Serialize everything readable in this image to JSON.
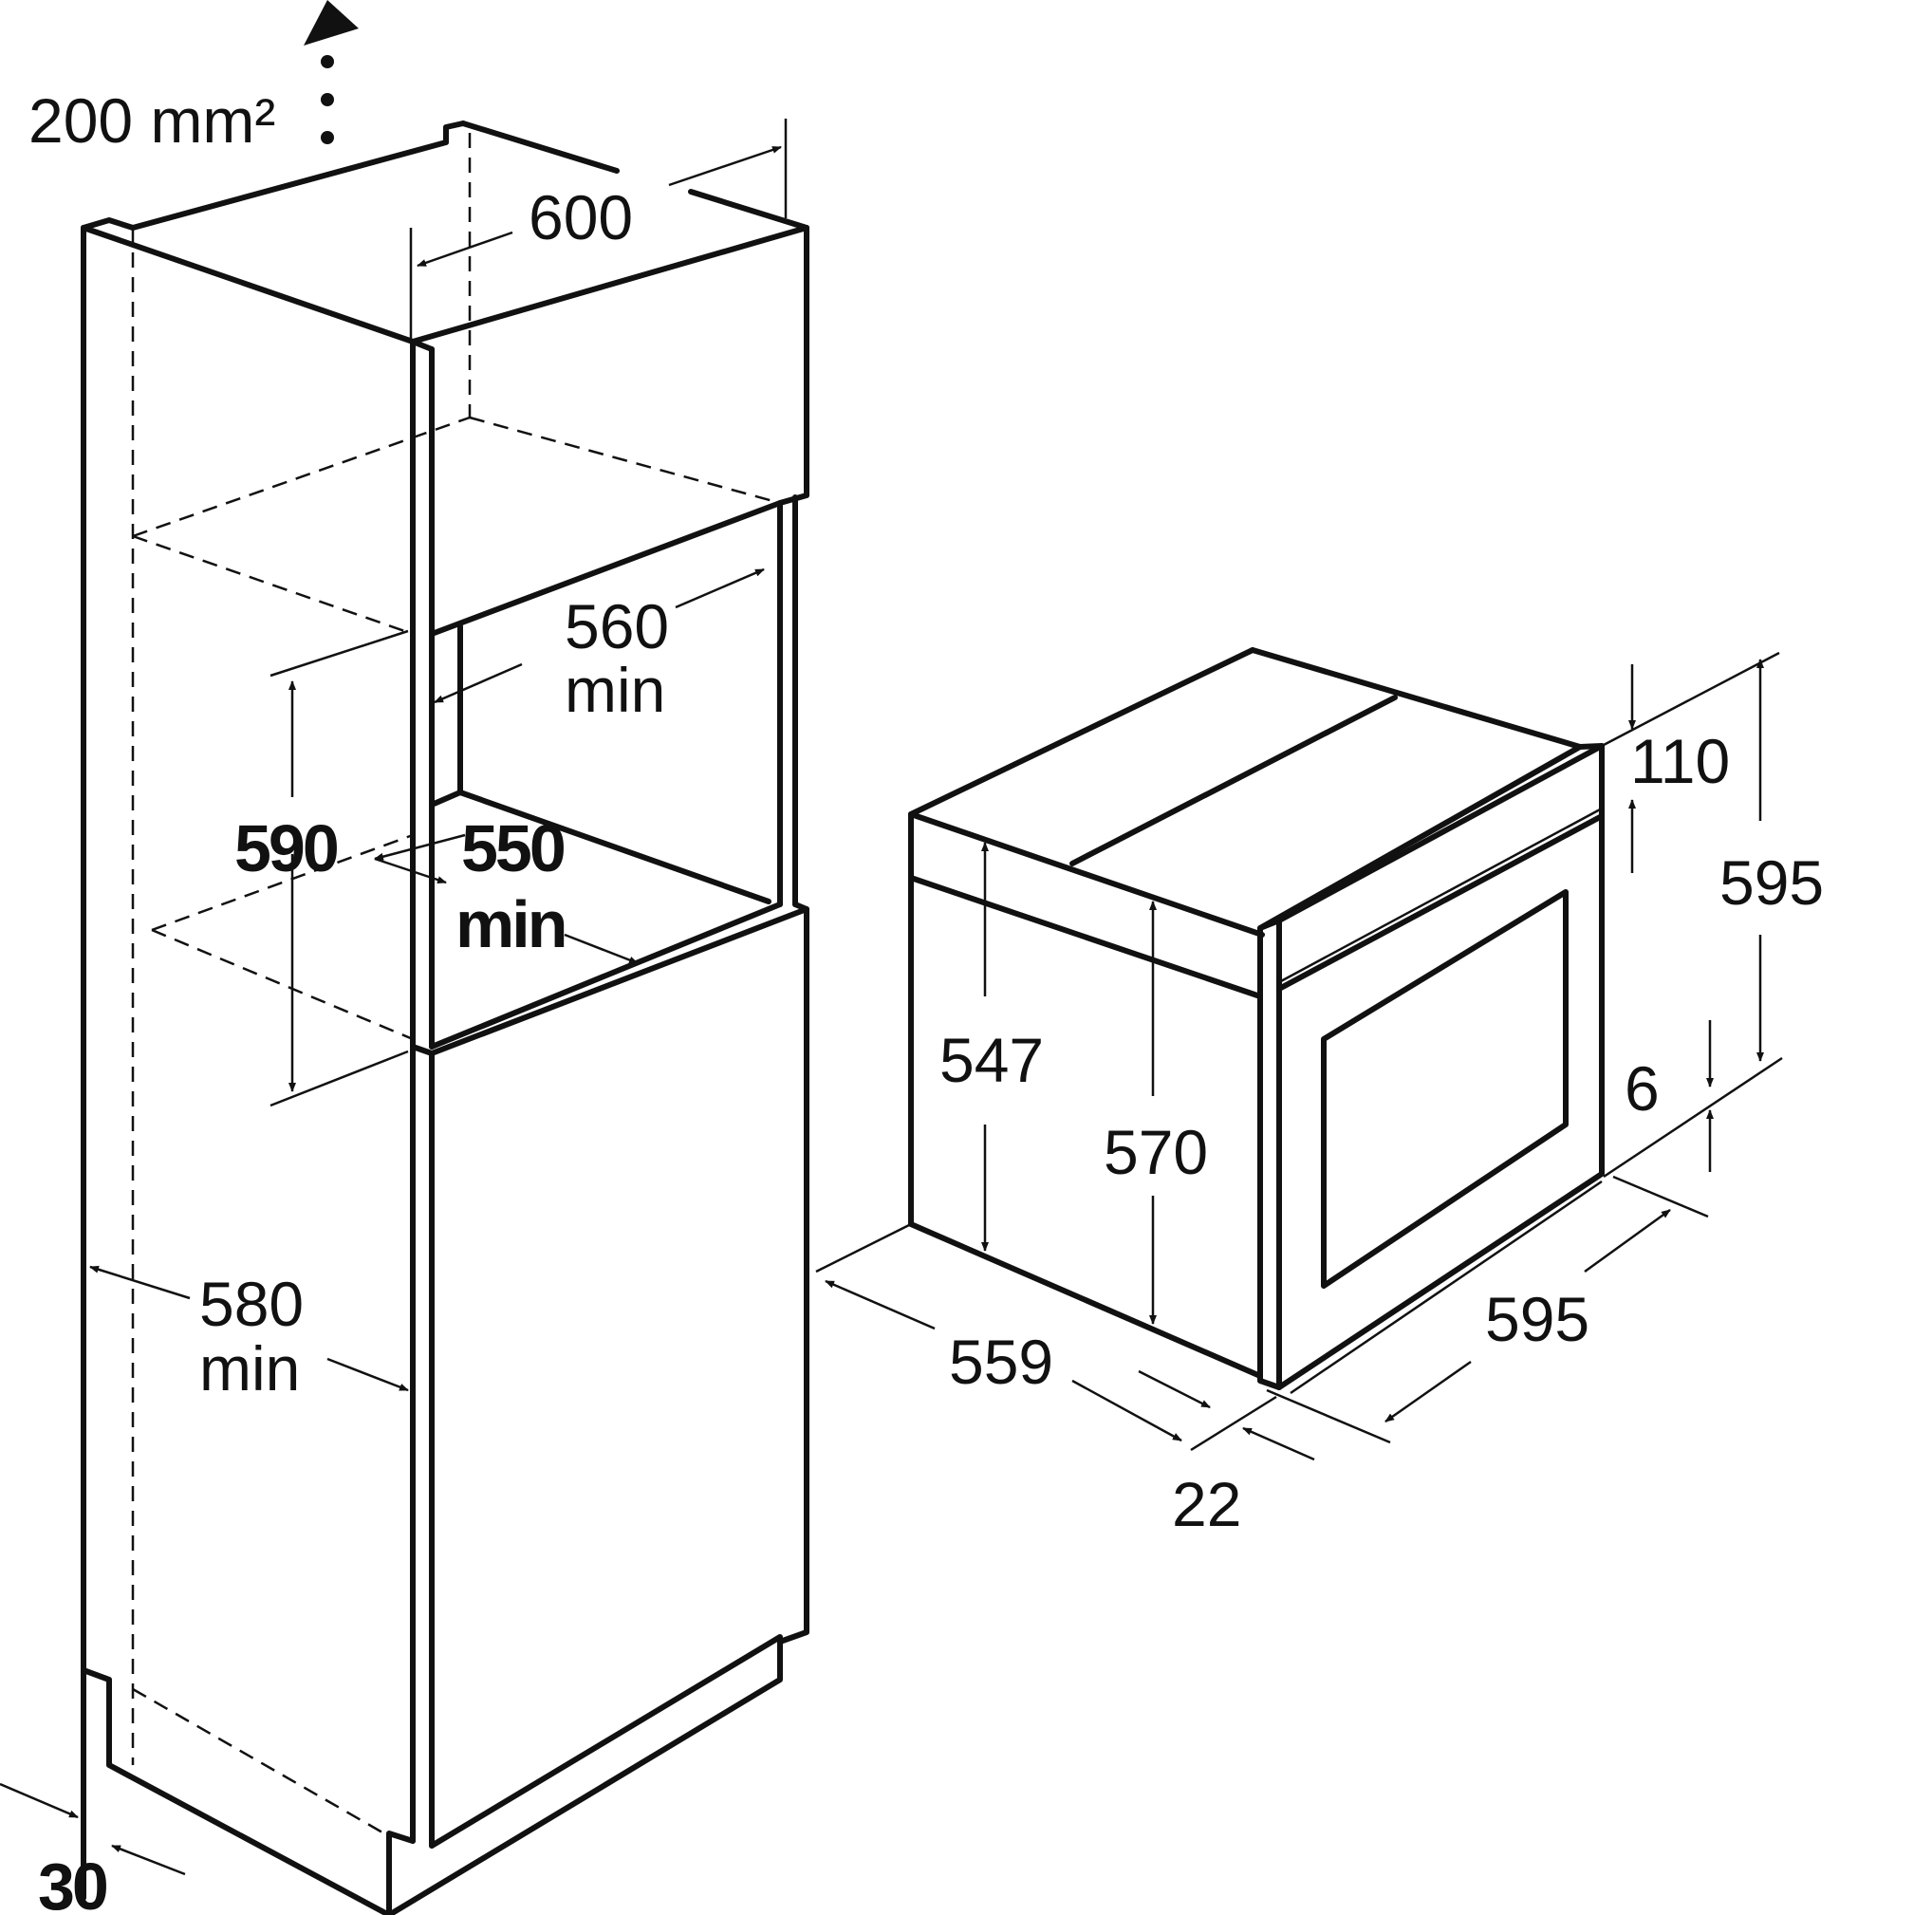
{
  "ventilation": {
    "area": "200 mm²"
  },
  "cabinet": {
    "width": "600",
    "depth_min": "560",
    "depth_min_unit": "min",
    "niche_height": "590",
    "niche_depth_min": "550",
    "niche_depth_min_unit": "min",
    "side_depth_min": "580",
    "side_depth_min_unit": "min",
    "plinth_clearance": "30"
  },
  "oven": {
    "body_height": "547",
    "inner_height": "570",
    "depth": "559",
    "front_offset": "22",
    "width": "595",
    "total_height": "595",
    "panel_height": "110",
    "bottom_gap": "6"
  }
}
